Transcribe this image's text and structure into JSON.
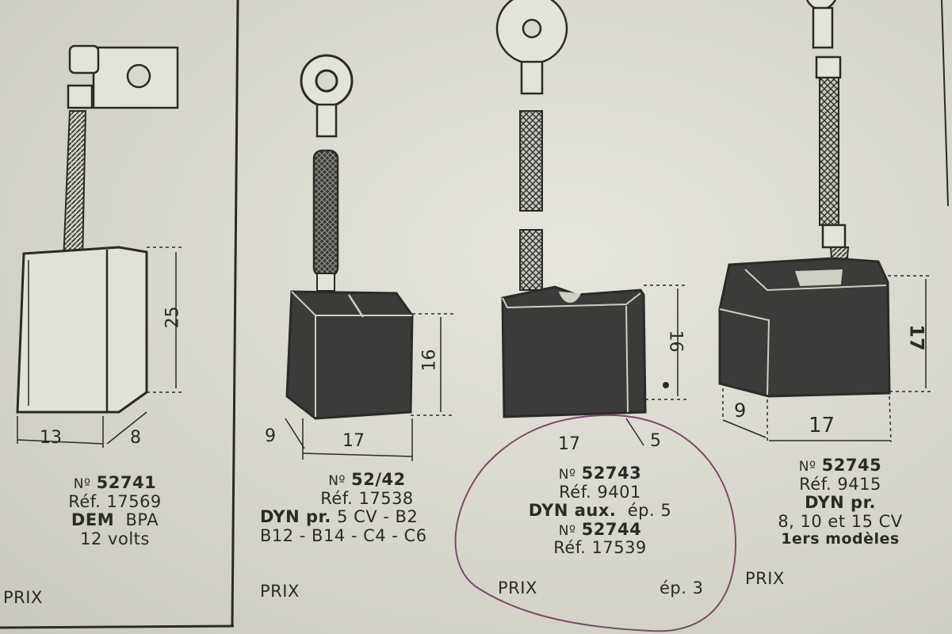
{
  "items": [
    {
      "number_label": "Nº",
      "number": "52741",
      "ref": "Réf. 17569",
      "type_bold": "DEM",
      "type_rest": "BPA",
      "line2": "12 volts",
      "prix": "PRIX",
      "dims": {
        "height": "25",
        "width": "13",
        "depth": "8"
      }
    },
    {
      "number_label": "Nº",
      "number": "52/42",
      "ref": "Réf. 17538",
      "type_bold": "DYN pr.",
      "type_rest": "5 CV - B2",
      "line2": "B12 - B14 - C4 - C6",
      "prix": "PRIX",
      "dims": {
        "height": "16",
        "width": "17",
        "depth": "9"
      }
    },
    {
      "number_label": "Nº",
      "number": "52743",
      "ref": "Réf. 9401",
      "type_bold": "DYN aux.",
      "type_rest": "ép. 5",
      "number2_label": "Nº",
      "number2": "52744",
      "ref2": "Réf. 17539",
      "prix": "PRIX",
      "prix_note": "ép. 3",
      "dims": {
        "height": "16",
        "width": "17",
        "depth": "5"
      }
    },
    {
      "number_label": "Nº",
      "number": "52745",
      "ref": "Réf. 9415",
      "type_bold": "DYN pr.",
      "line2": "8, 10 et 15 CV",
      "line3": "1ers modèles",
      "prix": "PRIX",
      "dims": {
        "height": "17",
        "width": "17",
        "depth": "9"
      }
    }
  ],
  "colors": {
    "paper": "#d9d8cf",
    "ink": "#2a2a28",
    "block": "#3a3a38",
    "pen_circle": "#7a4a6a"
  }
}
